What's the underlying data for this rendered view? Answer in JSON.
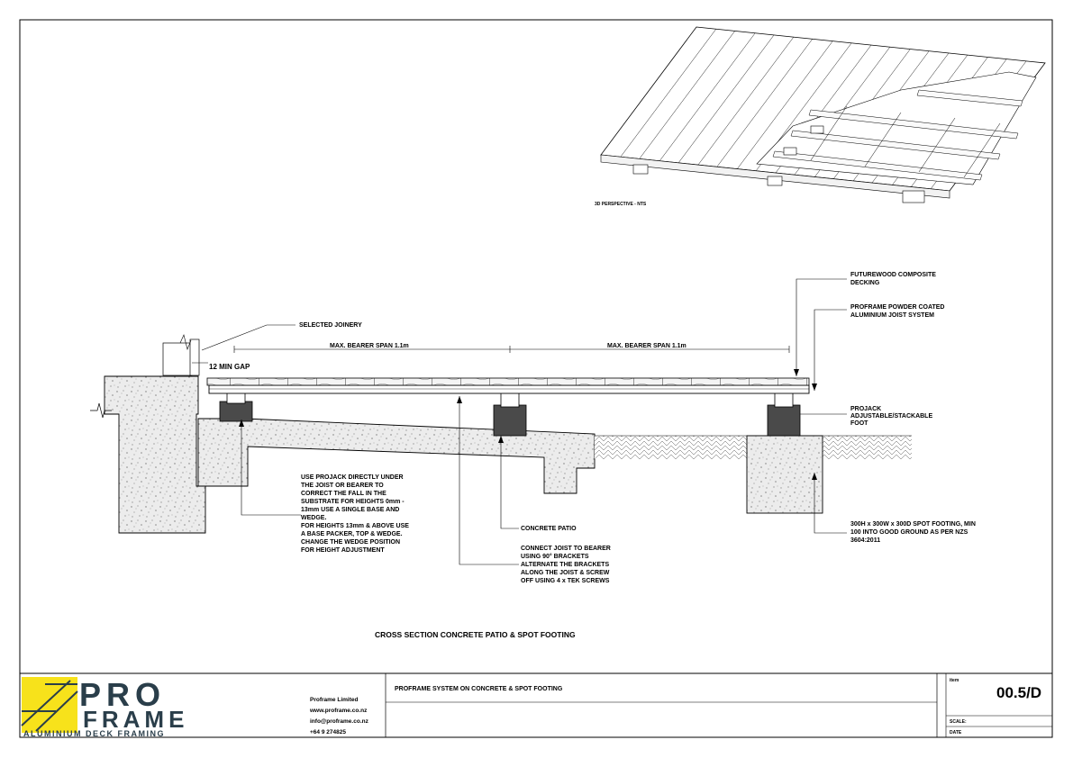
{
  "perspective_caption": "3D PERSPECTIVE - NTS",
  "labels": {
    "decking": [
      "FUTUREWOOD COMPOSITE",
      "DECKING"
    ],
    "joist_system": [
      "PROFRAME POWDER COATED",
      "ALUMINIUM JOIST SYSTEM"
    ],
    "joinery": "SELECTED JOINERY",
    "gap": "12 MIN GAP",
    "span_left": "MAX. BEARER SPAN 1.1m",
    "span_right": "MAX. BEARER SPAN 1.1m",
    "projack": [
      "PROJACK",
      "ADJUSTABLE/STACKABLE",
      "FOOT"
    ],
    "projack_note": [
      "USE PROJACK DIRECTLY UNDER",
      "THE JOIST OR BEARER TO",
      "CORRECT THE FALL IN THE",
      "SUBSTRATE FOR HEIGHTS 0mm -",
      "13mm USE A SINGLE BASE AND",
      "WEDGE.",
      "FOR HEIGHTS 13mm & ABOVE USE",
      "A BASE PACKER, TOP & WEDGE.",
      "CHANGE THE WEDGE POSITION",
      "FOR HEIGHT ADJUSTMENT"
    ],
    "concrete_patio": "CONCRETE PATIO",
    "bracket_note": [
      "CONNECT JOIST TO BEARER",
      "USING 90° BRACKETS",
      "ALTERNATE THE BRACKETS",
      "ALONG THE JOIST & SCREW",
      "OFF USING 4 x TEK SCREWS"
    ],
    "footing_note": [
      "300H x 300W x 300D SPOT FOOTING, MIN",
      "100 INTO GOOD GROUND AS PER NZS",
      "3604:2011"
    ]
  },
  "section_title": "CROSS SECTION CONCRETE PATIO & SPOT FOOTING",
  "title_block": {
    "logo_top": "PRO",
    "logo_bottom": "FRAME",
    "tagline": "ALUMINIUM DECK FRAMING",
    "company": [
      "Proframe Limited",
      "www.proframe.co.nz",
      "info@proframe.co.nz",
      "+64 9 274825"
    ],
    "drawing_title": "PROFRAME SYSTEM ON CONCRETE & SPOT FOOTING",
    "item_label": "item",
    "drawing_number": "00.5/D",
    "scale_label": "SCALE:",
    "date_label": "DATE"
  },
  "colors": {
    "logo_yellow": "#f7e21b",
    "logo_dark": "#2a3e4a",
    "ink": "#000000"
  }
}
